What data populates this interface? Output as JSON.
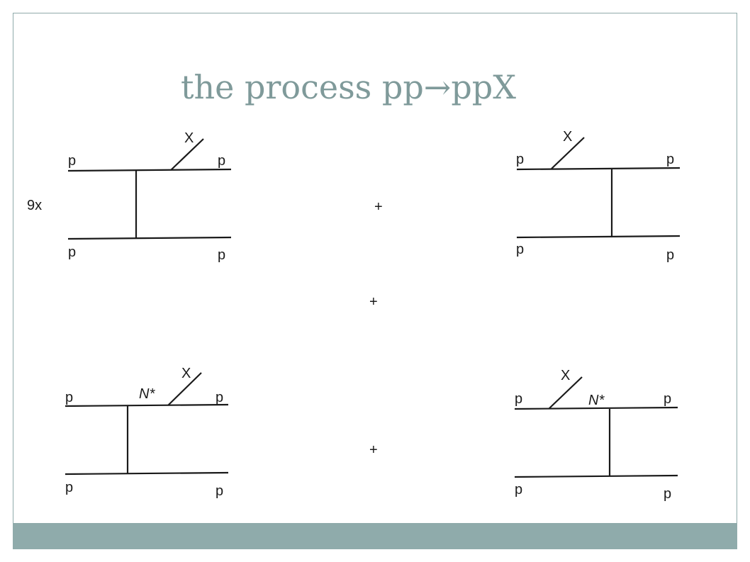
{
  "title": "the process pp→ppX",
  "multiplier": "9x",
  "plus_sign": "+",
  "diagrams": [
    {
      "labels": {
        "incoming_top": "p",
        "outgoing_top": "p",
        "incoming_bottom": "p",
        "outgoing_bottom": "p",
        "emitted": "X"
      }
    },
    {
      "labels": {
        "incoming_top": "p",
        "outgoing_top": "p",
        "incoming_bottom": "p",
        "outgoing_bottom": "p",
        "emitted": "X"
      }
    },
    {
      "labels": {
        "incoming_top": "p",
        "outgoing_top": "p",
        "incoming_bottom": "p",
        "outgoing_bottom": "p",
        "emitted": "X",
        "intermediate": "N*"
      }
    },
    {
      "labels": {
        "incoming_top": "p",
        "outgoing_top": "p",
        "incoming_bottom": "p",
        "outgoing_bottom": "p",
        "emitted": "X",
        "intermediate": "N*"
      }
    }
  ],
  "colors": {
    "title": "#7f9a9a",
    "band": "#8fabab",
    "lines": "#1a1a1a"
  }
}
